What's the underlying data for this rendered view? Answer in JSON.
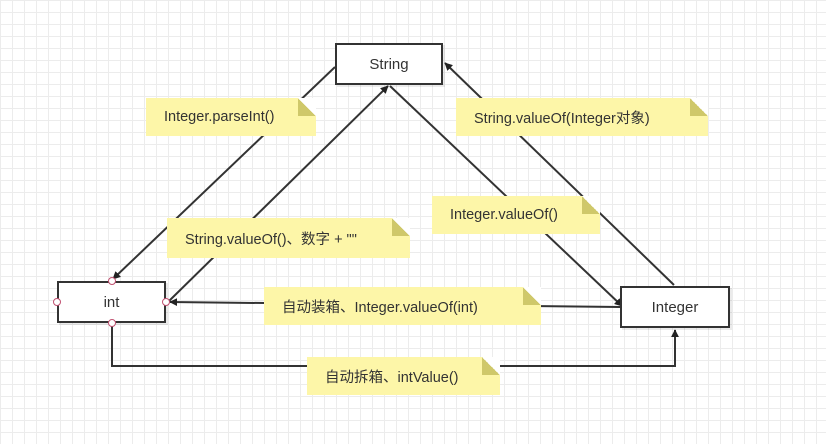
{
  "nodes": {
    "string": "String",
    "int": "int",
    "integer": "Integer"
  },
  "notes": {
    "parse_int": "Integer.parseInt()",
    "string_valueof_integer_obj": "String.valueOf(Integer对象)",
    "integer_valueof": "Integer.valueOf()",
    "string_valueof_concat": "String.valueOf()、数字 + \"\"",
    "autobox": "自动装箱、Integer.valueOf(int)",
    "unbox": "自动拆箱、intValue()"
  },
  "colors": {
    "node_border": "#333333",
    "edge": "#333333",
    "note_fill": "#fdf6a8",
    "port": "#c05070"
  }
}
